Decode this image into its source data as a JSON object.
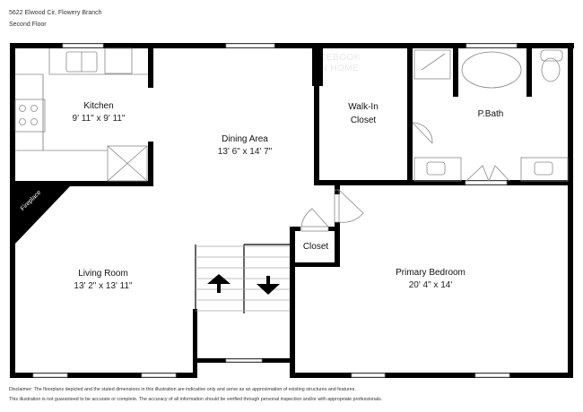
{
  "header": {
    "address": "5622 Elwood Cir, Flowery Branch",
    "floor": "Second Floor"
  },
  "rooms": {
    "kitchen": {
      "name": "Kitchen",
      "dims": "9' 11\" x 9' 11\""
    },
    "dining": {
      "name": "Dining Area",
      "dims": "13' 6\" x 14' 7\""
    },
    "walkin": {
      "name_line1": "Walk-In",
      "name_line2": "Closet"
    },
    "bath": {
      "name": "P.Bath"
    },
    "living": {
      "name": "Living Room",
      "dims": "13' 2\" x 13' 11\""
    },
    "closet": {
      "name": "Closet"
    },
    "bedroom": {
      "name": "Primary Bedroom",
      "dims": "20' 4\" x 14'"
    },
    "fireplace": {
      "name": "Fireplace"
    }
  },
  "watermark": {
    "line1": "ACEBOOK",
    "line2": "ON HOME"
  },
  "stairs": {
    "up_icon": "arrow-up-icon",
    "down_icon": "arrow-down-icon"
  },
  "disclaimer": {
    "line1": "Disclaimer: The floorplans depicted and the stated dimensions in this illustration are indicative only and serve as an approximation of existing structures and features.",
    "line2": "This illustration is not guaranteed to be accurate or complete. The accuracy of all information should be verified through personal inspection and/or with appropriate professionals."
  },
  "colors": {
    "wall": "#000000",
    "fixture": "#888888",
    "window": "#ffffff"
  }
}
